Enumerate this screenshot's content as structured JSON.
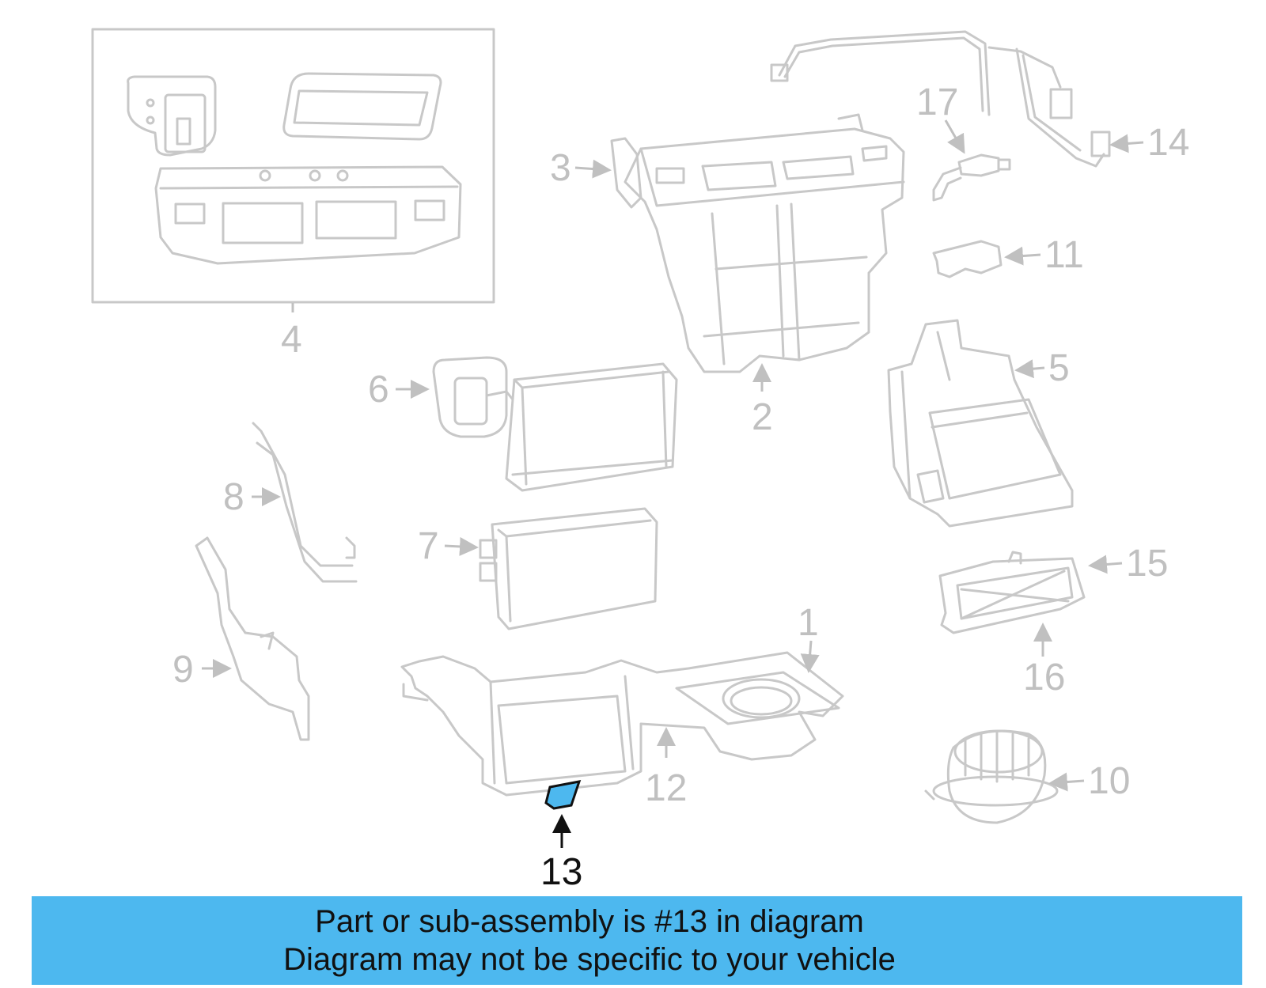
{
  "diagram": {
    "callouts": [
      "1",
      "2",
      "3",
      "4",
      "5",
      "6",
      "7",
      "8",
      "9",
      "10",
      "11",
      "12",
      "13",
      "14",
      "15",
      "16",
      "17"
    ],
    "highlighted_part": "13",
    "colors": {
      "part_outline": "#c8c8c8",
      "highlight_fill": "#4db8ef",
      "highlight_outline": "#111111",
      "banner_bg": "#4db8ef"
    }
  },
  "banner": {
    "line1": "Part or sub-assembly is #13 in diagram",
    "line2": "Diagram may not be specific to your vehicle"
  }
}
